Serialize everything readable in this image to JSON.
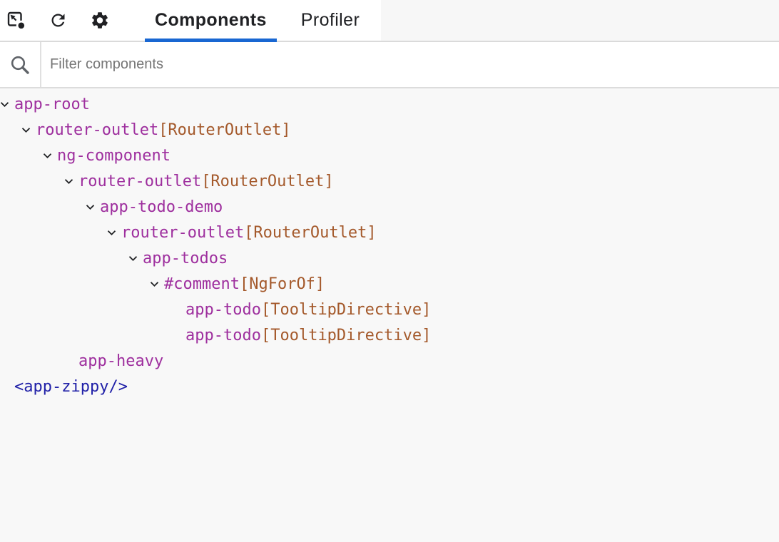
{
  "toolbar": {
    "tabs": [
      {
        "label": "Components",
        "active": true
      },
      {
        "label": "Profiler",
        "active": false
      }
    ],
    "icon_names": [
      "inspect-element-icon",
      "refresh-icon",
      "gear-icon"
    ]
  },
  "filter": {
    "placeholder": "Filter components",
    "value": ""
  },
  "tree": {
    "nodes": [
      {
        "name": "app-root",
        "directive": "",
        "level": 0,
        "expanded": true,
        "kind": "component"
      },
      {
        "name": "router-outlet",
        "directive": "[RouterOutlet]",
        "level": 1,
        "expanded": true,
        "kind": "component"
      },
      {
        "name": "ng-component",
        "directive": "",
        "level": 2,
        "expanded": true,
        "kind": "component"
      },
      {
        "name": "router-outlet",
        "directive": "[RouterOutlet]",
        "level": 3,
        "expanded": true,
        "kind": "component"
      },
      {
        "name": "app-todo-demo",
        "directive": "",
        "level": 4,
        "expanded": true,
        "kind": "component"
      },
      {
        "name": "router-outlet",
        "directive": "[RouterOutlet]",
        "level": 5,
        "expanded": true,
        "kind": "component"
      },
      {
        "name": "app-todos",
        "directive": "",
        "level": 6,
        "expanded": true,
        "kind": "component"
      },
      {
        "name": "#comment",
        "directive": "[NgForOf]",
        "level": 7,
        "expanded": true,
        "kind": "component"
      },
      {
        "name": "app-todo",
        "directive": "[TooltipDirective]",
        "level": 8,
        "expanded": false,
        "kind": "component"
      },
      {
        "name": "app-todo",
        "directive": "[TooltipDirective]",
        "level": 8,
        "expanded": false,
        "kind": "component"
      },
      {
        "name": "app-heavy",
        "directive": "",
        "level": 3,
        "expanded": false,
        "kind": "component"
      },
      {
        "name": "<app-zippy/>",
        "directive": "",
        "level": 0,
        "expanded": false,
        "kind": "element"
      }
    ]
  },
  "colors": {
    "accent": "#1967d2",
    "component": "#9e2f9e",
    "directive": "#a4592b",
    "element": "#2121a8",
    "chevron": "#202124"
  }
}
